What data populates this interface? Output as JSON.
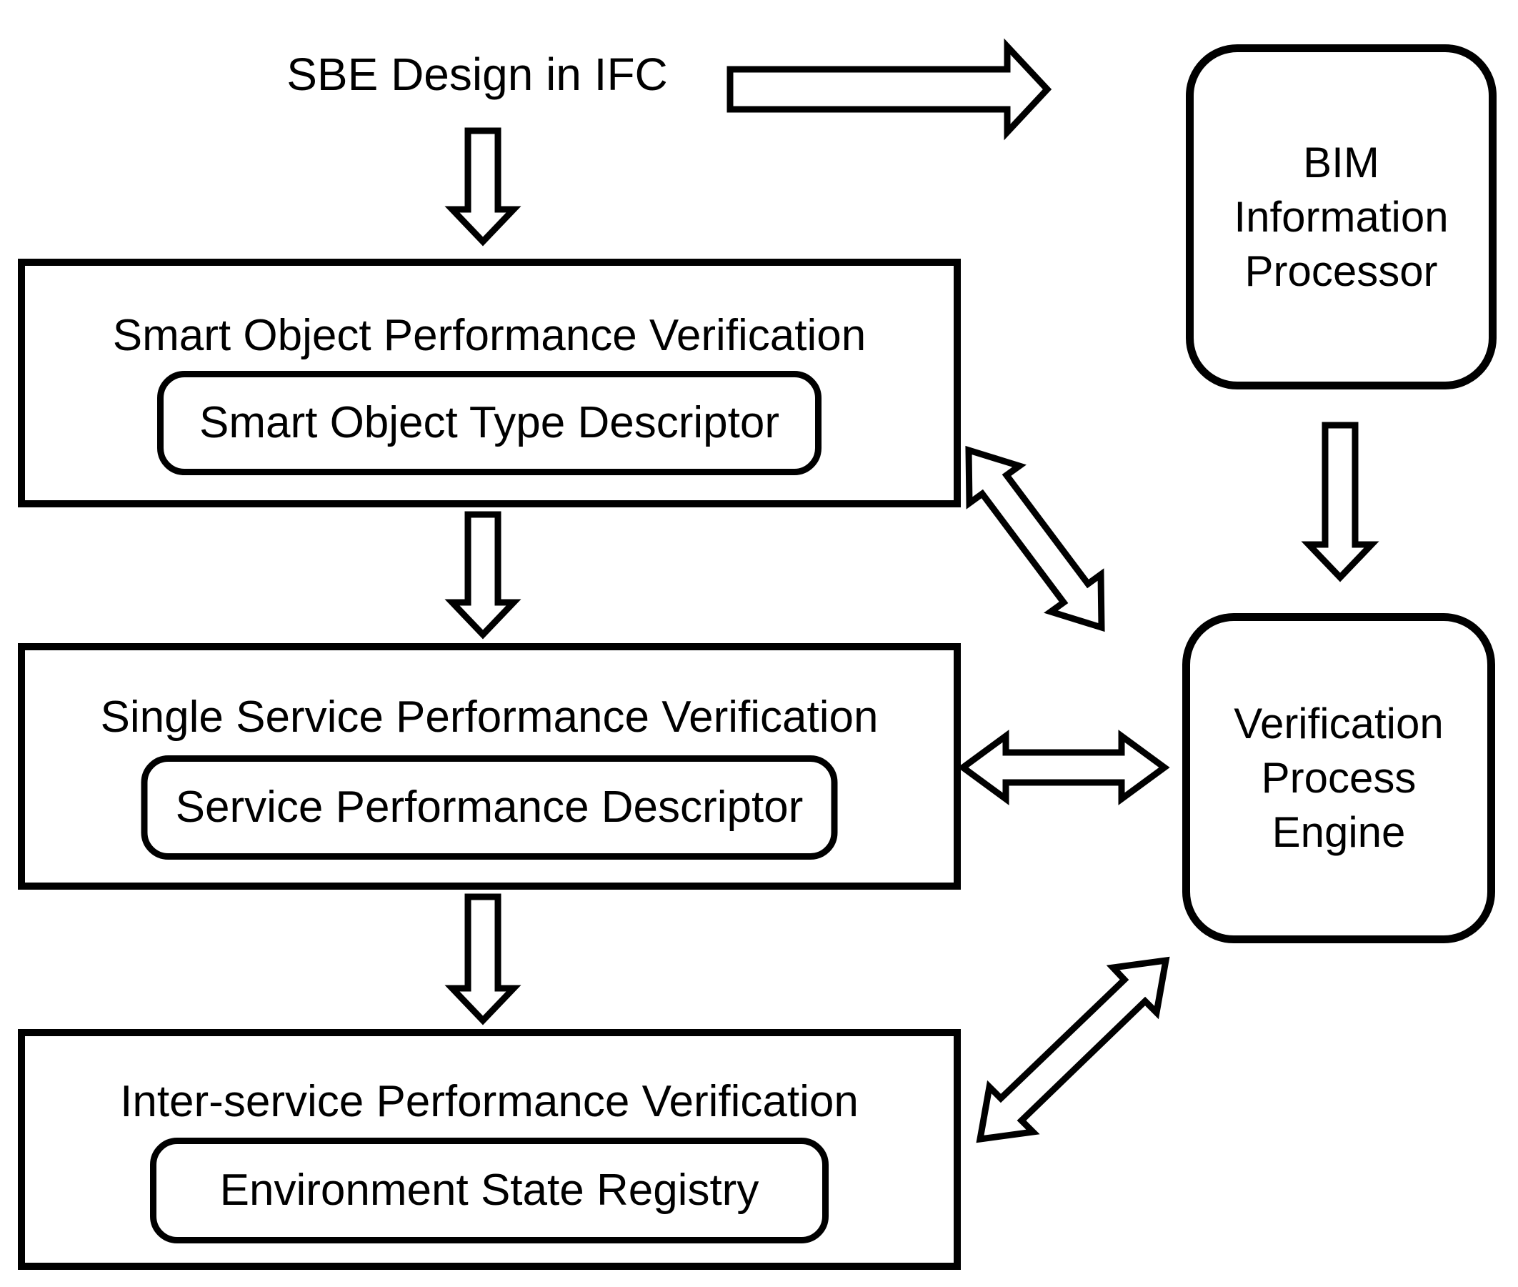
{
  "diagram": {
    "source_label": "SBE Design in IFC",
    "bim_processor": {
      "lines": [
        "BIM",
        "Information",
        "Processor"
      ]
    },
    "verification_engine": {
      "lines": [
        "Verification",
        "Process",
        "Engine"
      ]
    },
    "stages": [
      {
        "id": "smart-object",
        "title": "Smart Object Performance Verification",
        "descriptor": "Smart Object Type Descriptor"
      },
      {
        "id": "single-service",
        "title": "Single Service Performance Verification",
        "descriptor": "Service Performance Descriptor"
      },
      {
        "id": "inter-service",
        "title": "Inter-service Performance Verification",
        "descriptor": "Environment State Registry"
      }
    ],
    "colors": {
      "stroke": "#000000",
      "fill": "#ffffff",
      "text": "#000000"
    }
  }
}
